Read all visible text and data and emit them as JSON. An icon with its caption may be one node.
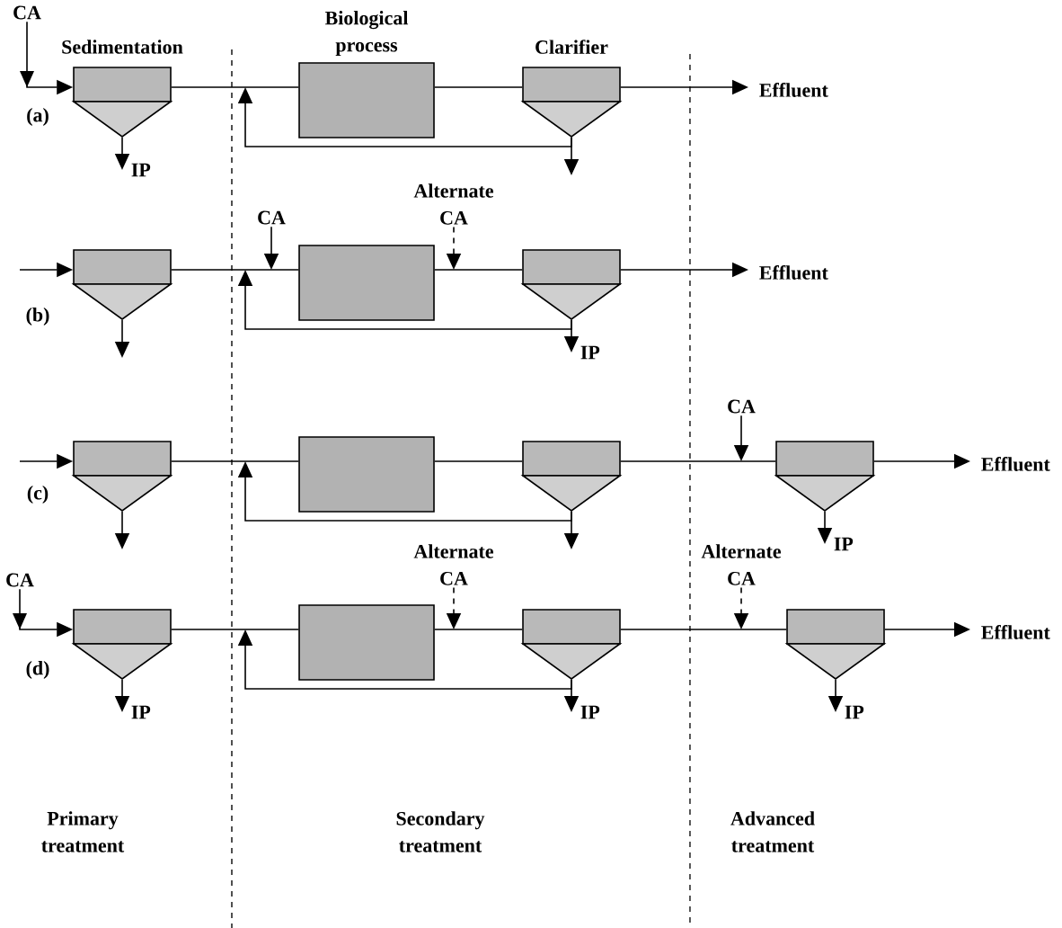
{
  "diagram": {
    "nodes": [
      {
        "text": [
          "CA"
        ]
      },
      {
        "text": [
          "Sedimentation"
        ]
      },
      {
        "text": [
          "Biological process"
        ]
      },
      {
        "text": [
          "Clarifier"
        ]
      },
      {
        "text": [
          "Effluent"
        ]
      },
      {
        "text": [
          "IP"
        ]
      },
      {
        "text": [],
        "shape": "tank"
      },
      {
        "text": [
          "CA"
        ]
      },
      {
        "text": [
          "Alternate",
          "CA"
        ]
      },
      {
        "text": [],
        "shape": "box"
      },
      {
        "text": [],
        "shape": "tank"
      },
      {
        "text": [
          "Effluent"
        ]
      },
      {
        "text": [
          "IP"
        ]
      },
      {
        "text": [],
        "shape": "tank"
      },
      {
        "text": [],
        "shape": "box"
      },
      {
        "text": [],
        "shape": "tank"
      },
      {
        "text": [
          "CA"
        ]
      },
      {
        "text": [],
        "shape": "tank"
      },
      {
        "text": [
          "Effluent"
        ]
      },
      {
        "text": [
          "IP"
        ]
      },
      {
        "text": [
          "CA"
        ]
      },
      {
        "text": [],
        "shape": "tank"
      },
      {
        "text": [
          "IP"
        ]
      },
      {
        "text": [],
        "shape": "box"
      },
      {
        "text": [
          "Alternate",
          "CA"
        ]
      },
      {
        "text": [],
        "shape": "tank"
      },
      {
        "text": [
          "IP"
        ]
      },
      {
        "text": [
          "Alternate",
          "CA"
        ]
      },
      {
        "text": [],
        "shape": "tank"
      },
      {
        "text": [
          "Effluent"
        ]
      },
      {
        "text": [
          "IP"
        ]
      }
    ],
    "edges": [
      {
        "from": 0,
        "to": 1,
        "arrow": "to"
      },
      {
        "from": 1,
        "to": 2,
        "arrow": "none"
      },
      {
        "from": 2,
        "to": 3,
        "arrow": "none"
      },
      {
        "from": 3,
        "to": 4,
        "arrow": "to"
      },
      {
        "from": 1,
        "to": 5,
        "arrow": "to"
      },
      {
        "from": 3,
        "to": null,
        "arrow": "to"
      },
      {
        "from": 3,
        "to": null,
        "arrow": "to"
      },
      {
        "from": null,
        "to": 6,
        "arrow": "to"
      },
      {
        "from": 6,
        "to": 9,
        "arrow": "none"
      },
      {
        "from": 9,
        "to": 10,
        "arrow": "none"
      },
      {
        "from": 10,
        "to": 11,
        "arrow": "to"
      },
      {
        "from": 6,
        "to": null,
        "arrow": "to"
      },
      {
        "from": 7,
        "to": null,
        "arrow": "to"
      },
      {
        "from": 8,
        "to": null,
        "arrow": "to",
        "style": "dashed"
      },
      {
        "from": 10,
        "to": null,
        "arrow": "to"
      },
      {
        "from": 10,
        "to": 12,
        "arrow": "to"
      },
      {
        "from": null,
        "to": 13,
        "arrow": "to"
      },
      {
        "from": 13,
        "to": 14,
        "arrow": "none"
      },
      {
        "from": 14,
        "to": 15,
        "arrow": "none"
      },
      {
        "from": 15,
        "to": 17,
        "arrow": "none"
      },
      {
        "from": 17,
        "to": 18,
        "arrow": "to"
      },
      {
        "from": 13,
        "to": null,
        "arrow": "to"
      },
      {
        "from": 15,
        "to": null,
        "arrow": "to"
      },
      {
        "from": 15,
        "to": null,
        "arrow": "to"
      },
      {
        "from": 16,
        "to": null,
        "arrow": "to"
      },
      {
        "from": 17,
        "to": 19,
        "arrow": "to"
      },
      {
        "from": 20,
        "to": 21,
        "arrow": "to"
      },
      {
        "from": 21,
        "to": 23,
        "arrow": "none"
      },
      {
        "from": 23,
        "to": 25,
        "arrow": "none"
      },
      {
        "from": 25,
        "to": 28,
        "arrow": "none"
      },
      {
        "from": 28,
        "to": 29,
        "arrow": "to"
      },
      {
        "from": 21,
        "to": 22,
        "arrow": "to"
      },
      {
        "from": 24,
        "to": null,
        "arrow": "to",
        "style": "dashed"
      },
      {
        "from": 25,
        "to": null,
        "arrow": "to"
      },
      {
        "from": 25,
        "to": 26,
        "arrow": "to"
      },
      {
        "from": 27,
        "to": null,
        "arrow": "to",
        "style": "dashed"
      },
      {
        "from": 28,
        "to": 30,
        "arrow": "to"
      }
    ],
    "labels": [
      "(a)",
      "(b)",
      "(c)",
      "(d)",
      "Primary treatment",
      "Secondary treatment",
      "Advanced treatment"
    ]
  }
}
